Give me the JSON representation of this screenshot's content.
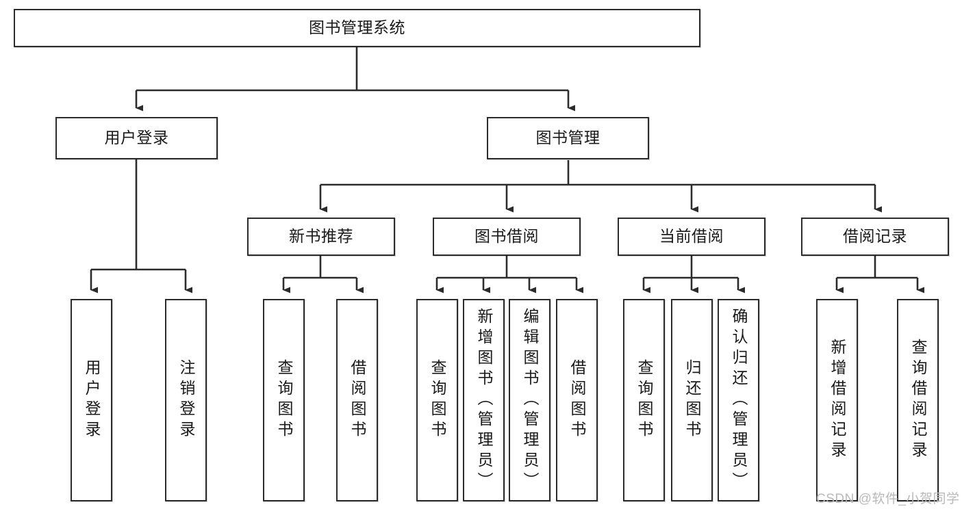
{
  "diagram": {
    "type": "hierarchy-tree",
    "title": "图书管理系统",
    "orientation": "top-down",
    "colors": {
      "box_border": "#2b2b2b",
      "box_fill": "#ffffff",
      "edge": "#2b2b2b",
      "text": "#1a1a1a",
      "watermark": "#b9b9b9",
      "background": "#ffffff"
    },
    "levels": {
      "root": "图书管理系统",
      "level2": [
        "用户登录",
        "图书管理"
      ],
      "level3": [
        "新书推荐",
        "图书借阅",
        "当前借阅",
        "借阅记录"
      ]
    }
  },
  "nodes": {
    "root": {
      "label": "图书管理系统"
    },
    "user_login": {
      "label": "用户登录"
    },
    "book_manage": {
      "label": "图书管理"
    },
    "new_book_rec": {
      "label": "新书推荐"
    },
    "book_borrow": {
      "label": "图书借阅"
    },
    "current_borrow": {
      "label": "当前借阅"
    },
    "borrow_record": {
      "label": "借阅记录"
    },
    "leaf_user_login": {
      "label": "用户登录"
    },
    "leaf_logout": {
      "label": "注销登录"
    },
    "leaf_query_book_a": {
      "label": "查询图书"
    },
    "leaf_borrow_book_a": {
      "label": "借阅图书"
    },
    "leaf_query_book_b": {
      "label": "查询图书"
    },
    "leaf_add_book_admin": {
      "label": "新增图书（管理员）"
    },
    "leaf_edit_book_admin": {
      "label": "编辑图书（管理员）"
    },
    "leaf_borrow_book_b": {
      "label": "借阅图书"
    },
    "leaf_query_book_c": {
      "label": "查询图书"
    },
    "leaf_return_book": {
      "label": "归还图书"
    },
    "leaf_confirm_return_admin": {
      "label": "确认归还（管理员）"
    },
    "leaf_add_borrow_record": {
      "label": "新增借阅记录"
    },
    "leaf_query_borrow_record": {
      "label": "查询借阅记录"
    }
  },
  "watermark": {
    "text": "CSDN @软件_小贺同学"
  }
}
